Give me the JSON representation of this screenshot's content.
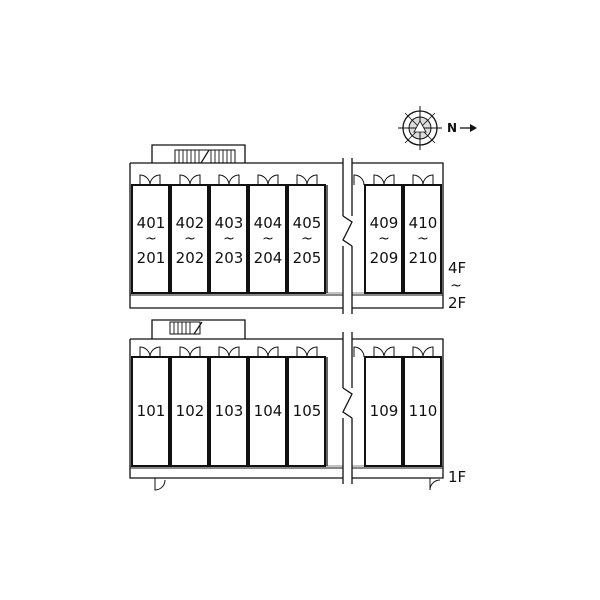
{
  "compass": {
    "letter": "N"
  },
  "upper_block": {
    "floor_range": {
      "top": "4F",
      "sep": "~",
      "bottom": "2F"
    },
    "units": [
      {
        "top": "401",
        "sep": "~",
        "bottom": "201"
      },
      {
        "top": "402",
        "sep": "~",
        "bottom": "202"
      },
      {
        "top": "403",
        "sep": "~",
        "bottom": "203"
      },
      {
        "top": "404",
        "sep": "~",
        "bottom": "204"
      },
      {
        "top": "405",
        "sep": "~",
        "bottom": "205"
      },
      {
        "top": "409",
        "sep": "~",
        "bottom": "209"
      },
      {
        "top": "410",
        "sep": "~",
        "bottom": "210"
      }
    ]
  },
  "lower_block": {
    "floor": "1F",
    "units": [
      "101",
      "102",
      "103",
      "104",
      "105",
      "109",
      "110"
    ]
  }
}
